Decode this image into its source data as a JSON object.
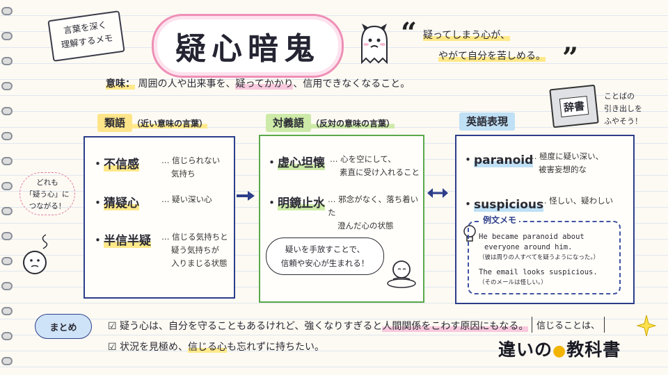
{
  "memo_tag": {
    "line1": "言葉を深く",
    "line2": "理解するメモ"
  },
  "title": "疑心暗鬼",
  "quote": {
    "open": "“",
    "line1": "疑ってしまう心が、",
    "line2": "やがて自分を苦しめる。",
    "close": "”"
  },
  "meaning": {
    "label": "意味：",
    "text_a": "周囲の人や出来事を、",
    "text_b": "疑ってかかり",
    "text_c": "、信用できなくなること。"
  },
  "dictionary": {
    "book_label": "辞書",
    "note_line1": "ことばの",
    "note_line2": "引き出しを",
    "note_line3": "ふやそう！"
  },
  "side_note": {
    "line1": "どれも",
    "line2": "「疑う心」に",
    "line3": "つながる！"
  },
  "synonyms": {
    "label": "類語",
    "sublabel": "（近い意味の言葉）",
    "items": [
      {
        "term": "不信感",
        "desc1": "… 信じられない",
        "desc2": "気持ち"
      },
      {
        "term": "猜疑心",
        "desc1": "… 疑い深い心",
        "desc2": ""
      },
      {
        "term": "半信半疑",
        "desc1": "… 信じる気持ちと",
        "desc2": "疑う気持ちが",
        "desc3": "入りまじる状態"
      }
    ]
  },
  "antonyms": {
    "label": "対義語",
    "sublabel": "（反対の意味の言葉）",
    "items": [
      {
        "term": "虚心坦懐",
        "desc1": "… 心を空にして、",
        "desc2": "素直に受け入れること"
      },
      {
        "term": "明鏡止水",
        "desc1": "… 邪念がなく、落ち着いた",
        "desc2": "澄んだ心の状態"
      }
    ],
    "bubble_line1": "疑いを手放すことで、",
    "bubble_line2": "信頼や安心が生まれる！"
  },
  "english": {
    "label": "英語表現",
    "items": [
      {
        "term": "paranoid",
        "desc1": "… 極度に疑い深い、",
        "desc2": "被害妄想的な"
      },
      {
        "term": "suspicious",
        "desc1": "… 怪しい、疑わしい"
      }
    ],
    "memo_label": "例文メモ",
    "ex1_line1": "He became paranoid about",
    "ex1_line2": "everyone around him.",
    "ex1_trans": "（彼は周りの人すべてを疑うようになった。）",
    "ex2_line1": "The email looks suspicious.",
    "ex2_trans": "（そのメールは怪しい。）"
  },
  "summary": {
    "label": "まとめ",
    "line1_a": "疑う心は、自分を守ることもあるけれど、強くなりすぎると",
    "line1_b": "人間関係をこわす原因にもなる。",
    "line2_a": "状況を見極め、",
    "line2_b": "信じる心",
    "line2_c": "も忘れずに持ちたい。",
    "check_mark": "☑"
  },
  "corner_note": "信じることは、",
  "logo": {
    "part1": "違いの",
    "part2": "教科書"
  }
}
